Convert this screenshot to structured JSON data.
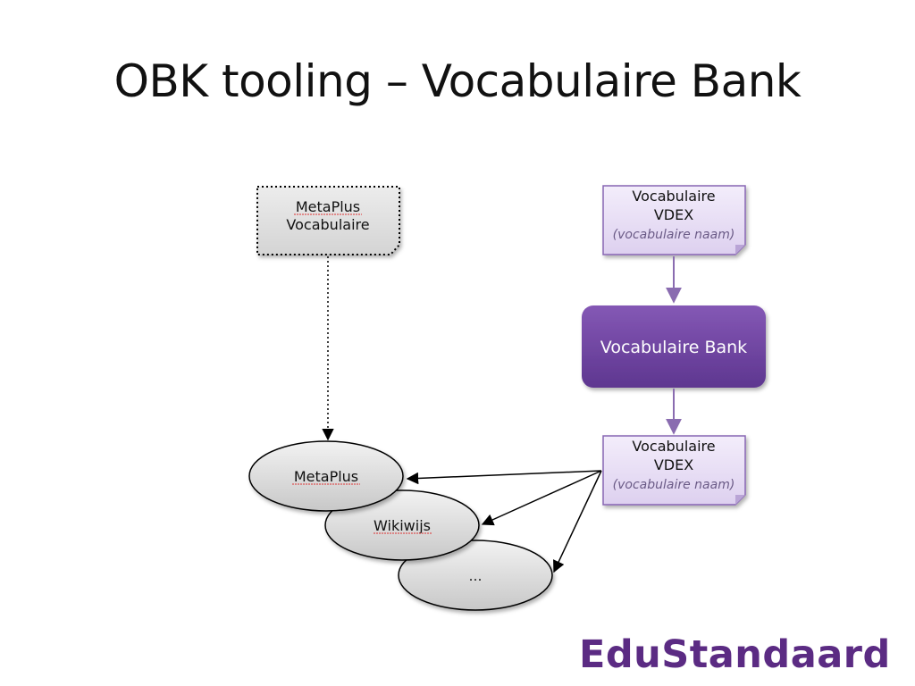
{
  "slide": {
    "title": "OBK tooling – Vocabulaire Bank"
  },
  "diagram": {
    "metaplus_vocab": {
      "line1": "MetaPlus",
      "line2": "Vocabulaire"
    },
    "vdex_top": {
      "line1": "Vocabulaire",
      "line2": "VDEX",
      "line3": "(vocabulaire naam)"
    },
    "bank": {
      "label": "Vocabulaire Bank"
    },
    "vdex_bottom": {
      "line1": "Vocabulaire",
      "line2": "VDEX",
      "line3": "(vocabulaire naam)"
    },
    "consumers": [
      {
        "label": "MetaPlus"
      },
      {
        "label": "Wikiwijs"
      },
      {
        "label": "…"
      }
    ]
  },
  "colors": {
    "purple_dark": "#6a3d99",
    "purple_light": "#e7dcf4",
    "doc_border": "#8866b3",
    "ellipse_fill": "#d9d9d9",
    "logo": "#5b2b83"
  },
  "branding": {
    "logo_text": "EduStandaard"
  }
}
